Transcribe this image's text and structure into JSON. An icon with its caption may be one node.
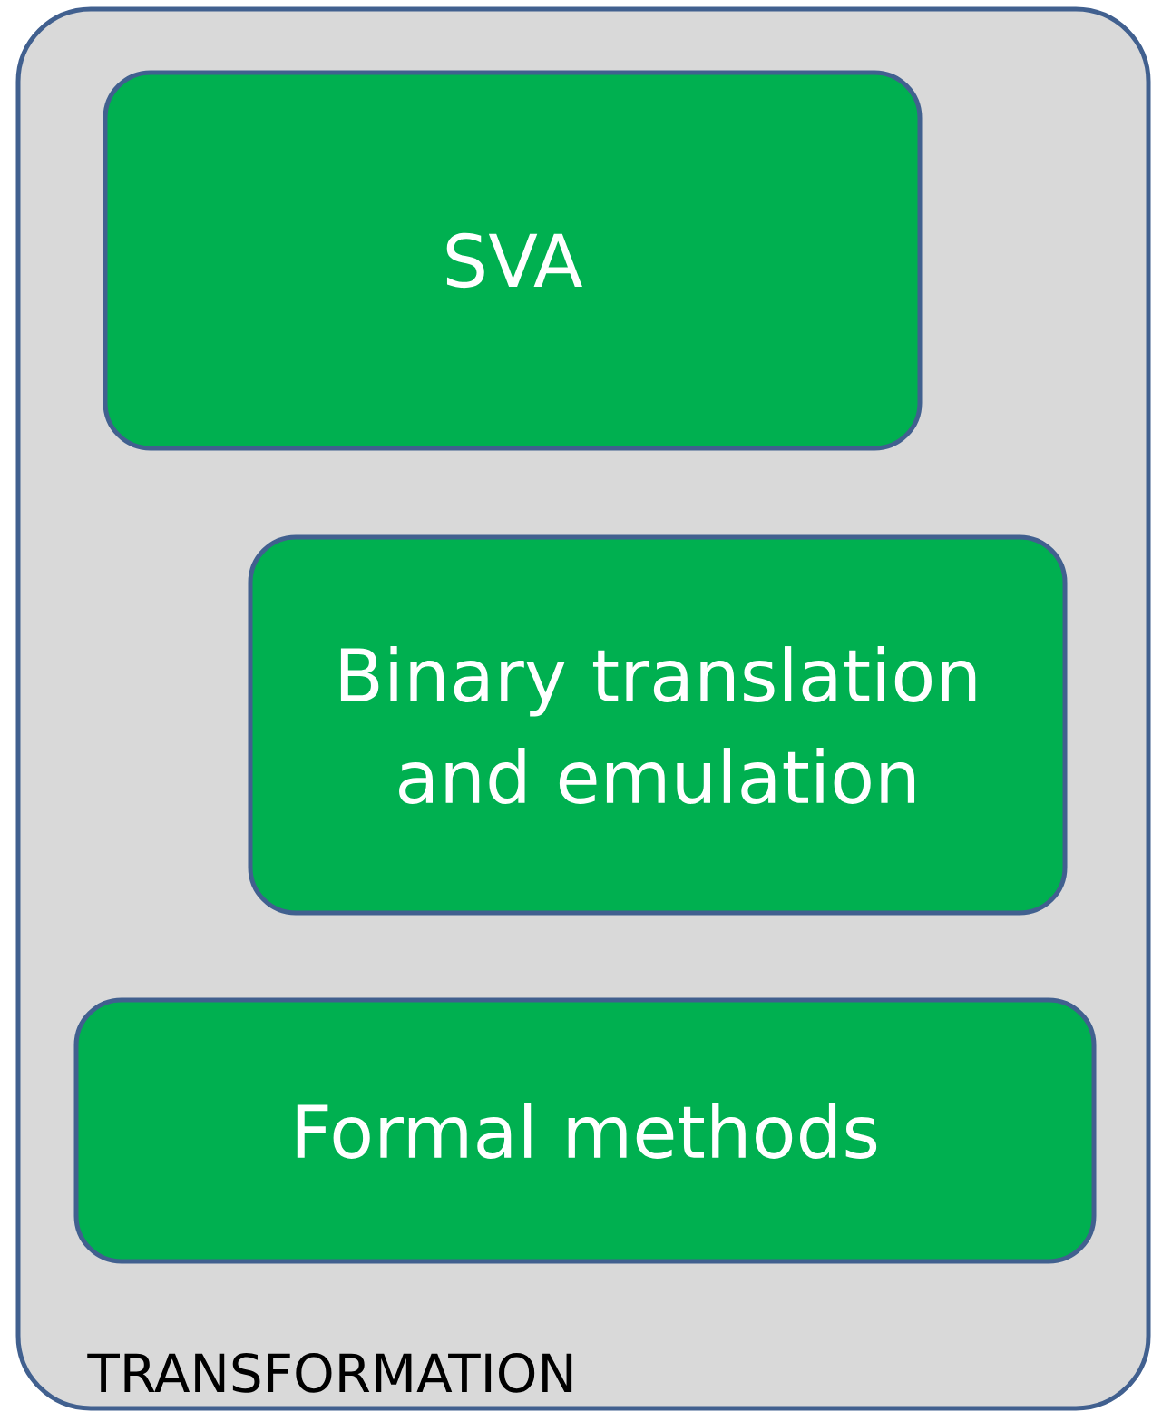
{
  "diagram": {
    "nodes": [
      {
        "text": [
          "TRANSFORMATION"
        ]
      },
      {
        "text": [
          "SVA"
        ],
        "in": 0
      },
      {
        "text": [
          "Binary translation and emulation"
        ],
        "in": 0
      },
      {
        "text": [
          "Formal methods"
        ],
        "in": 0
      }
    ]
  }
}
